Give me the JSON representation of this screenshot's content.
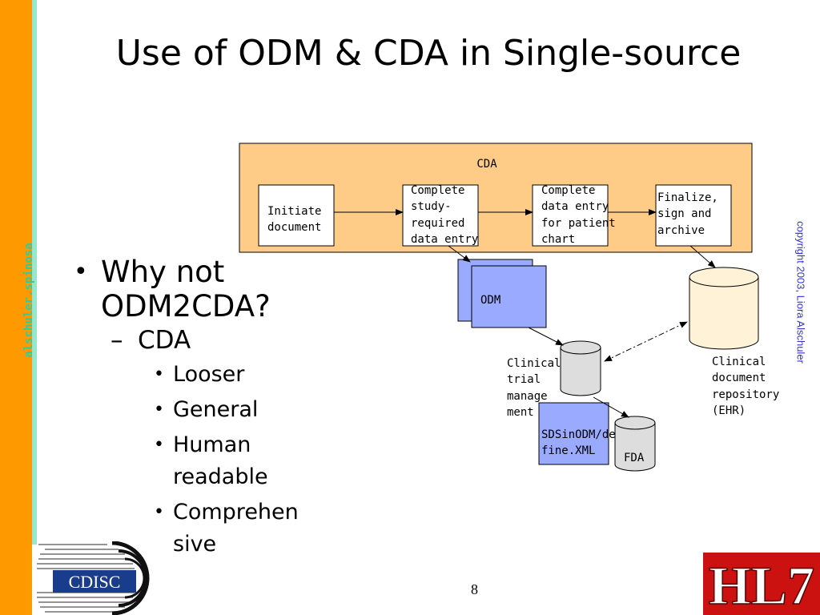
{
  "slide": {
    "title": "Use of ODM & CDA in Single-source",
    "side_author": "alschuler.spinosa",
    "copyright": "copyright 2003, Liora Alschuler",
    "page_number": "8"
  },
  "bullets": {
    "level1": "Why not ODM2CDA?",
    "level2": "CDA",
    "level3": [
      "Looser",
      "General",
      "Human readable",
      "Comprehen sive"
    ]
  },
  "diagram": {
    "cda_label": "CDA",
    "steps": [
      [
        "Initiate",
        "document"
      ],
      [
        "Complete",
        "study-",
        "required",
        "data entry"
      ],
      [
        "Complete",
        "data entry",
        "for patient",
        "chart"
      ],
      [
        "Finalize,",
        "sign and",
        "archive"
      ]
    ],
    "odm_label": "ODM",
    "clinical_trial_label": [
      "Clinical",
      "trial",
      "manage",
      "ment"
    ],
    "repository_label": [
      "Clinical",
      "document",
      "repository",
      "(EHR)"
    ],
    "sds_label": [
      "SDSinODM/de",
      "fine.XML"
    ],
    "fda_label": "FDA"
  },
  "logos": {
    "cdisc": "CDISC",
    "hl7": "HL7"
  },
  "colors": {
    "orange_stripe": "#ff9900",
    "teal_stripe": "#99e6cc",
    "cda_fill": "#ffcc88",
    "odm_fill": "#99aaff",
    "hl7_red": "#cc1111"
  }
}
